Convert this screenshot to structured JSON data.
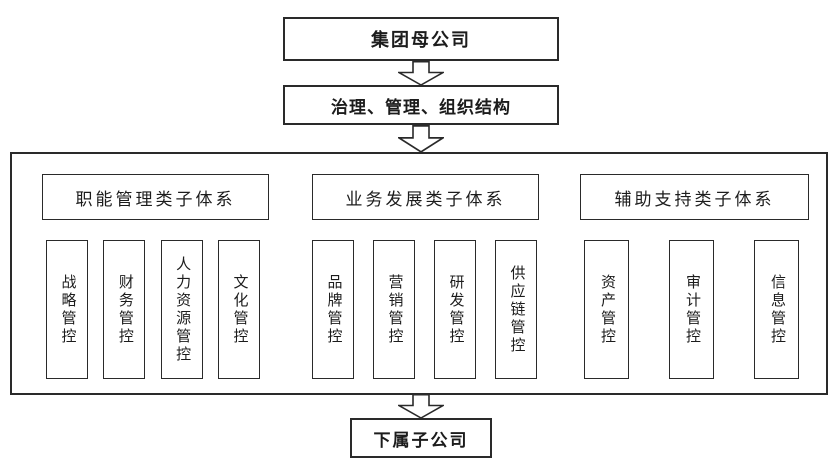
{
  "diagram": {
    "top_box": "集团母公司",
    "governance_box": "治理、管理、组织结构",
    "groups": [
      {
        "header": "职能管理类子体系",
        "items": [
          "战略管控",
          "财务管控",
          "人力资源管控",
          "文化管控"
        ]
      },
      {
        "header": "业务发展类子体系",
        "items": [
          "品牌管控",
          "营销管控",
          "研发管控",
          "供应链管控"
        ]
      },
      {
        "header": "辅助支持类子体系",
        "items": [
          "资产管控",
          "审计管控",
          "信息管控"
        ]
      }
    ],
    "bottom_box": "下属子公司",
    "colors": {
      "border": "#2a2a2a",
      "background": "#ffffff",
      "text": "#1c1c1c"
    }
  }
}
